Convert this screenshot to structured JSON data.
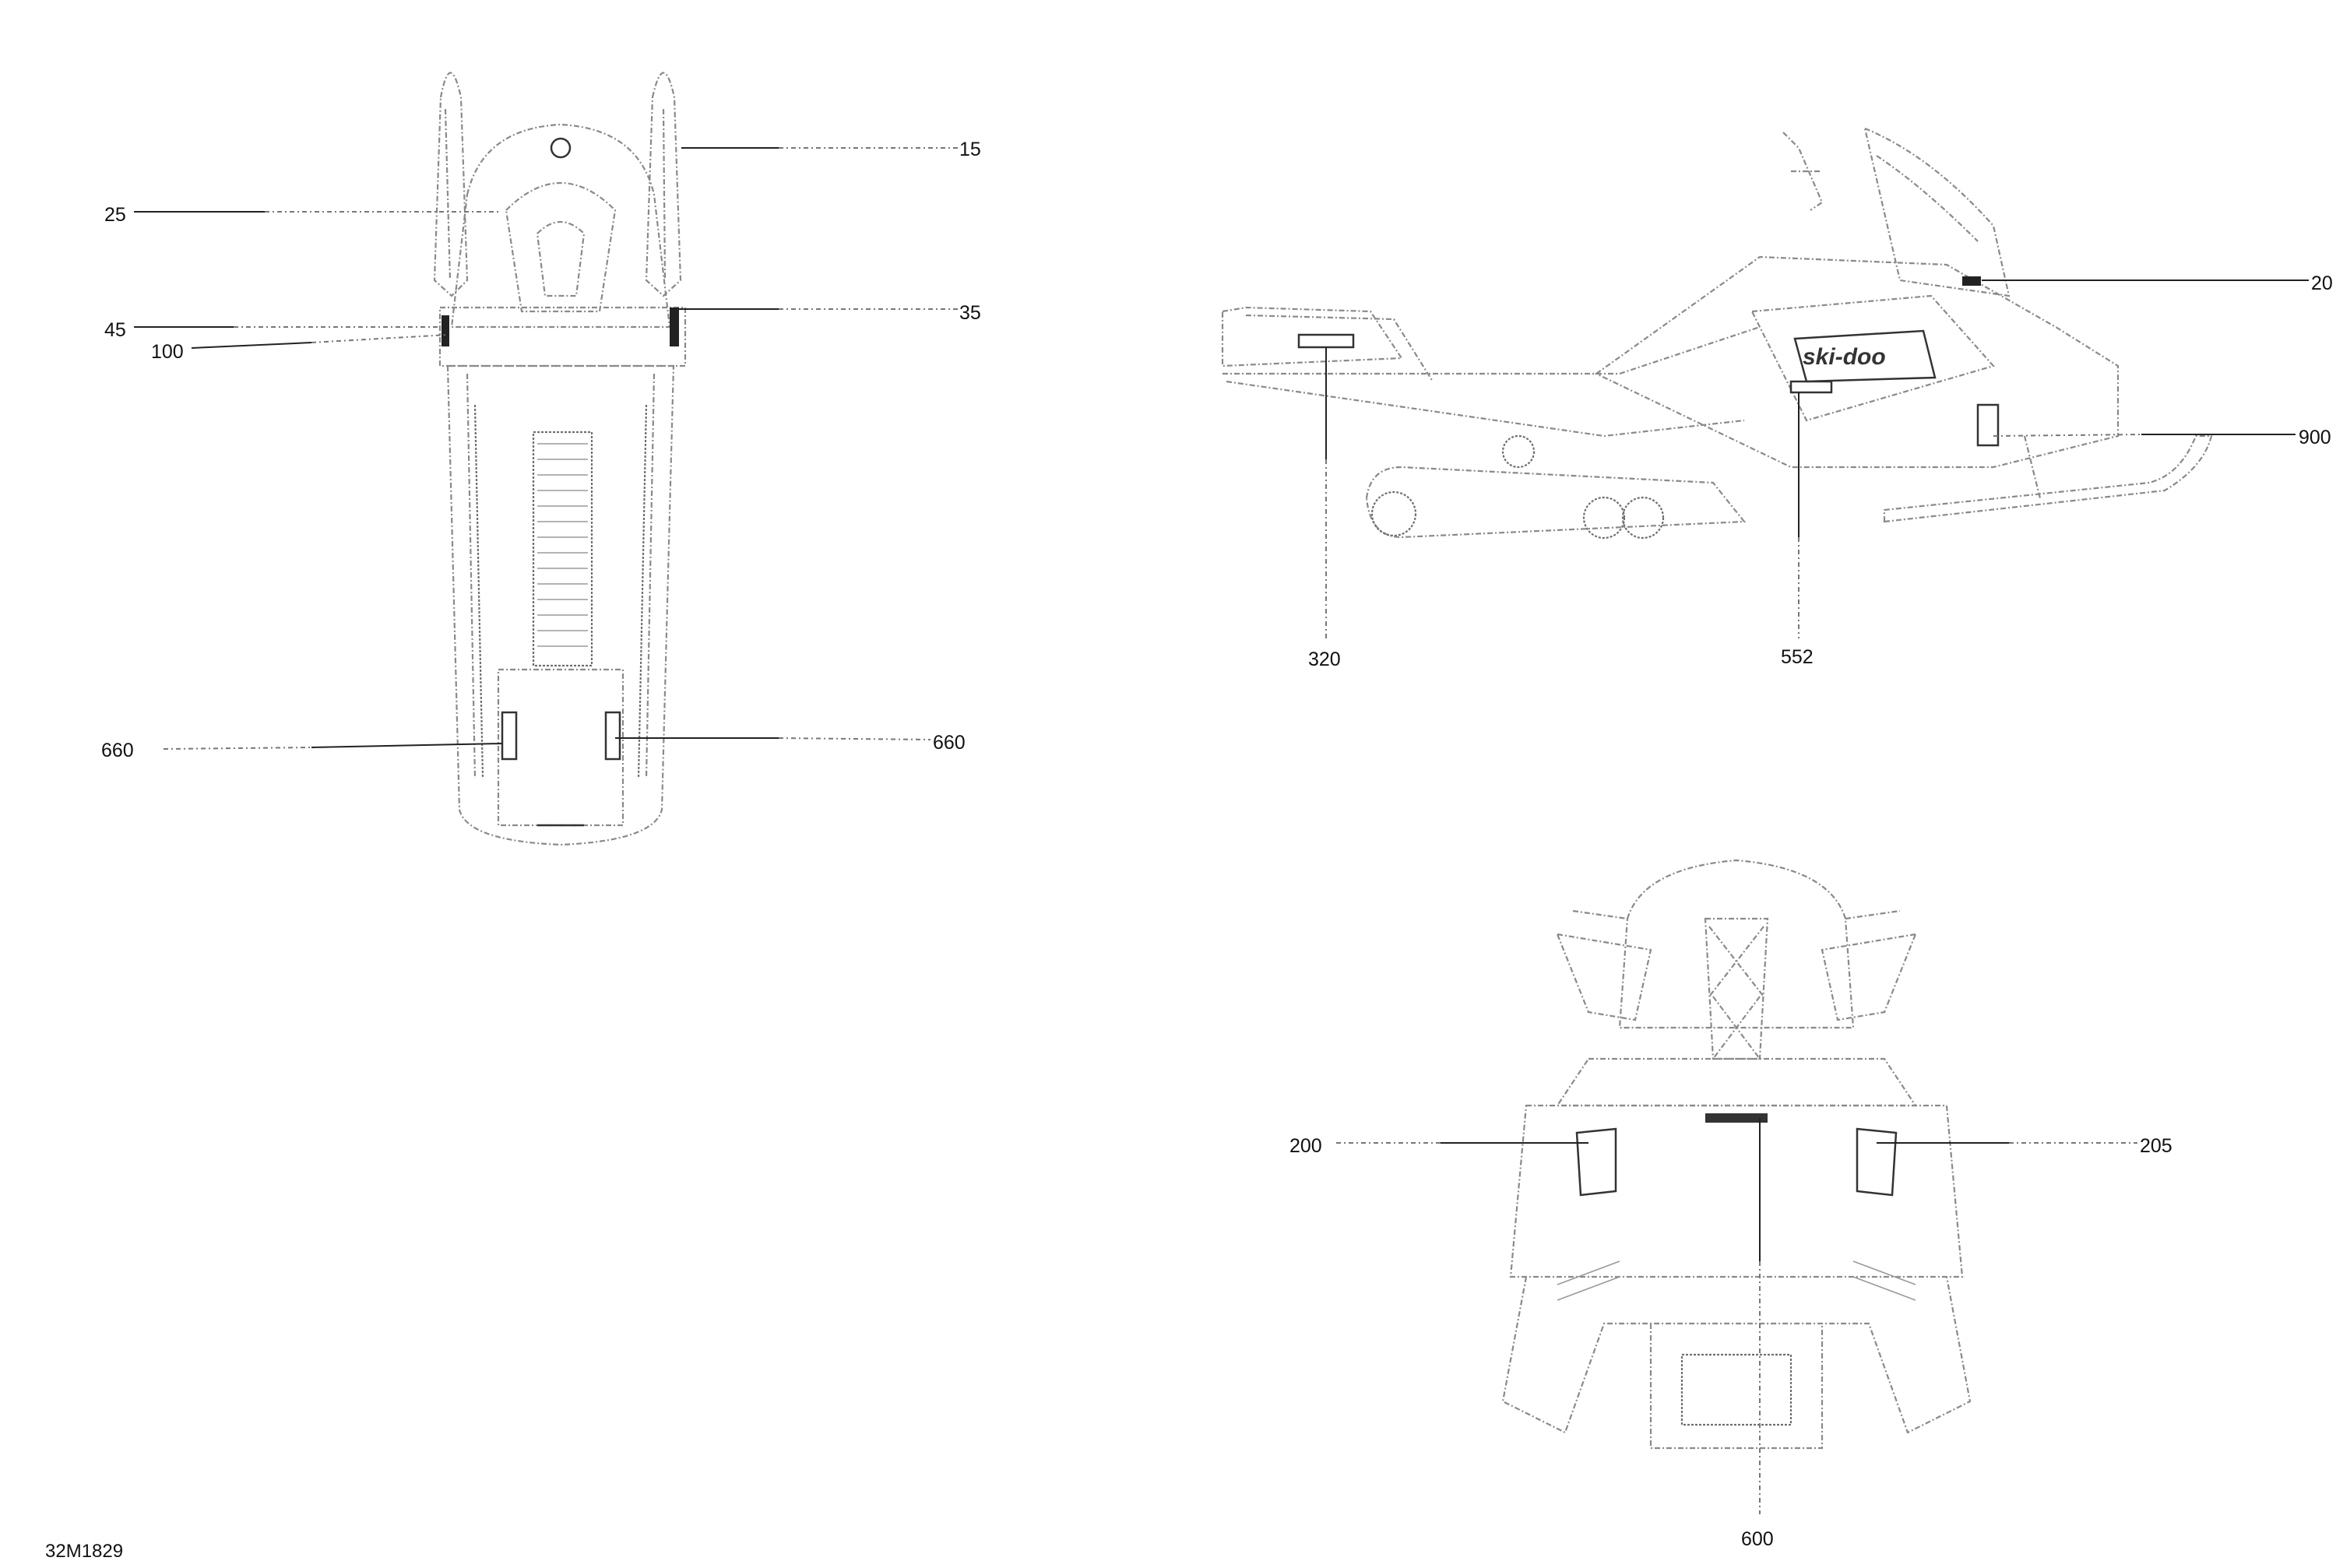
{
  "drawing_number": "32M1829",
  "brand_decal_text": "ski-doo",
  "views": {
    "top": {
      "callouts": [
        "15",
        "25",
        "35",
        "45",
        "100",
        "660",
        "660"
      ]
    },
    "side": {
      "callouts": [
        "20",
        "900",
        "320",
        "552"
      ]
    },
    "rear": {
      "callouts": [
        "200",
        "205",
        "600"
      ]
    }
  }
}
